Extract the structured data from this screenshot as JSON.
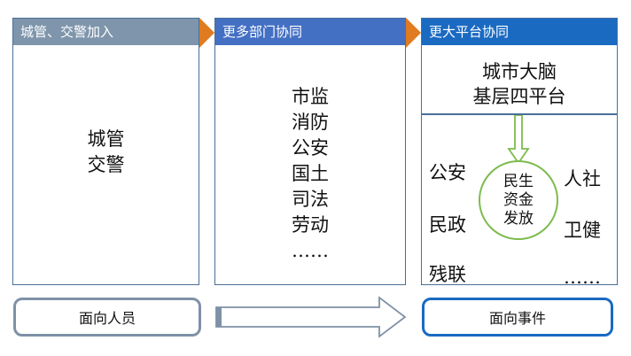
{
  "stages": [
    {
      "header": "城管、交警加入",
      "lines": [
        "城管",
        "交警"
      ]
    },
    {
      "header": "更多部门协同",
      "lines": [
        "市监",
        "消防",
        "公安",
        "国土",
        "司法",
        "劳动",
        "……"
      ]
    },
    {
      "header": "更大平台协同",
      "platform": [
        "城市大脑",
        "基层四平台"
      ],
      "departments": [
        "公安",
        "人社",
        "民政",
        "卫健",
        "残联",
        "……"
      ],
      "center": [
        "民生",
        "资金",
        "发放"
      ]
    }
  ],
  "bottom": {
    "left_label": "面向人员",
    "right_label": "面向事件"
  },
  "colors": {
    "stage1_header": "#7e95ab",
    "stage2_header": "#4470c4",
    "stage3_header": "#1a6ac2",
    "arrow_tab": "#e07b1f",
    "circle": "#7dbb4f",
    "border": "#4a6f98"
  }
}
